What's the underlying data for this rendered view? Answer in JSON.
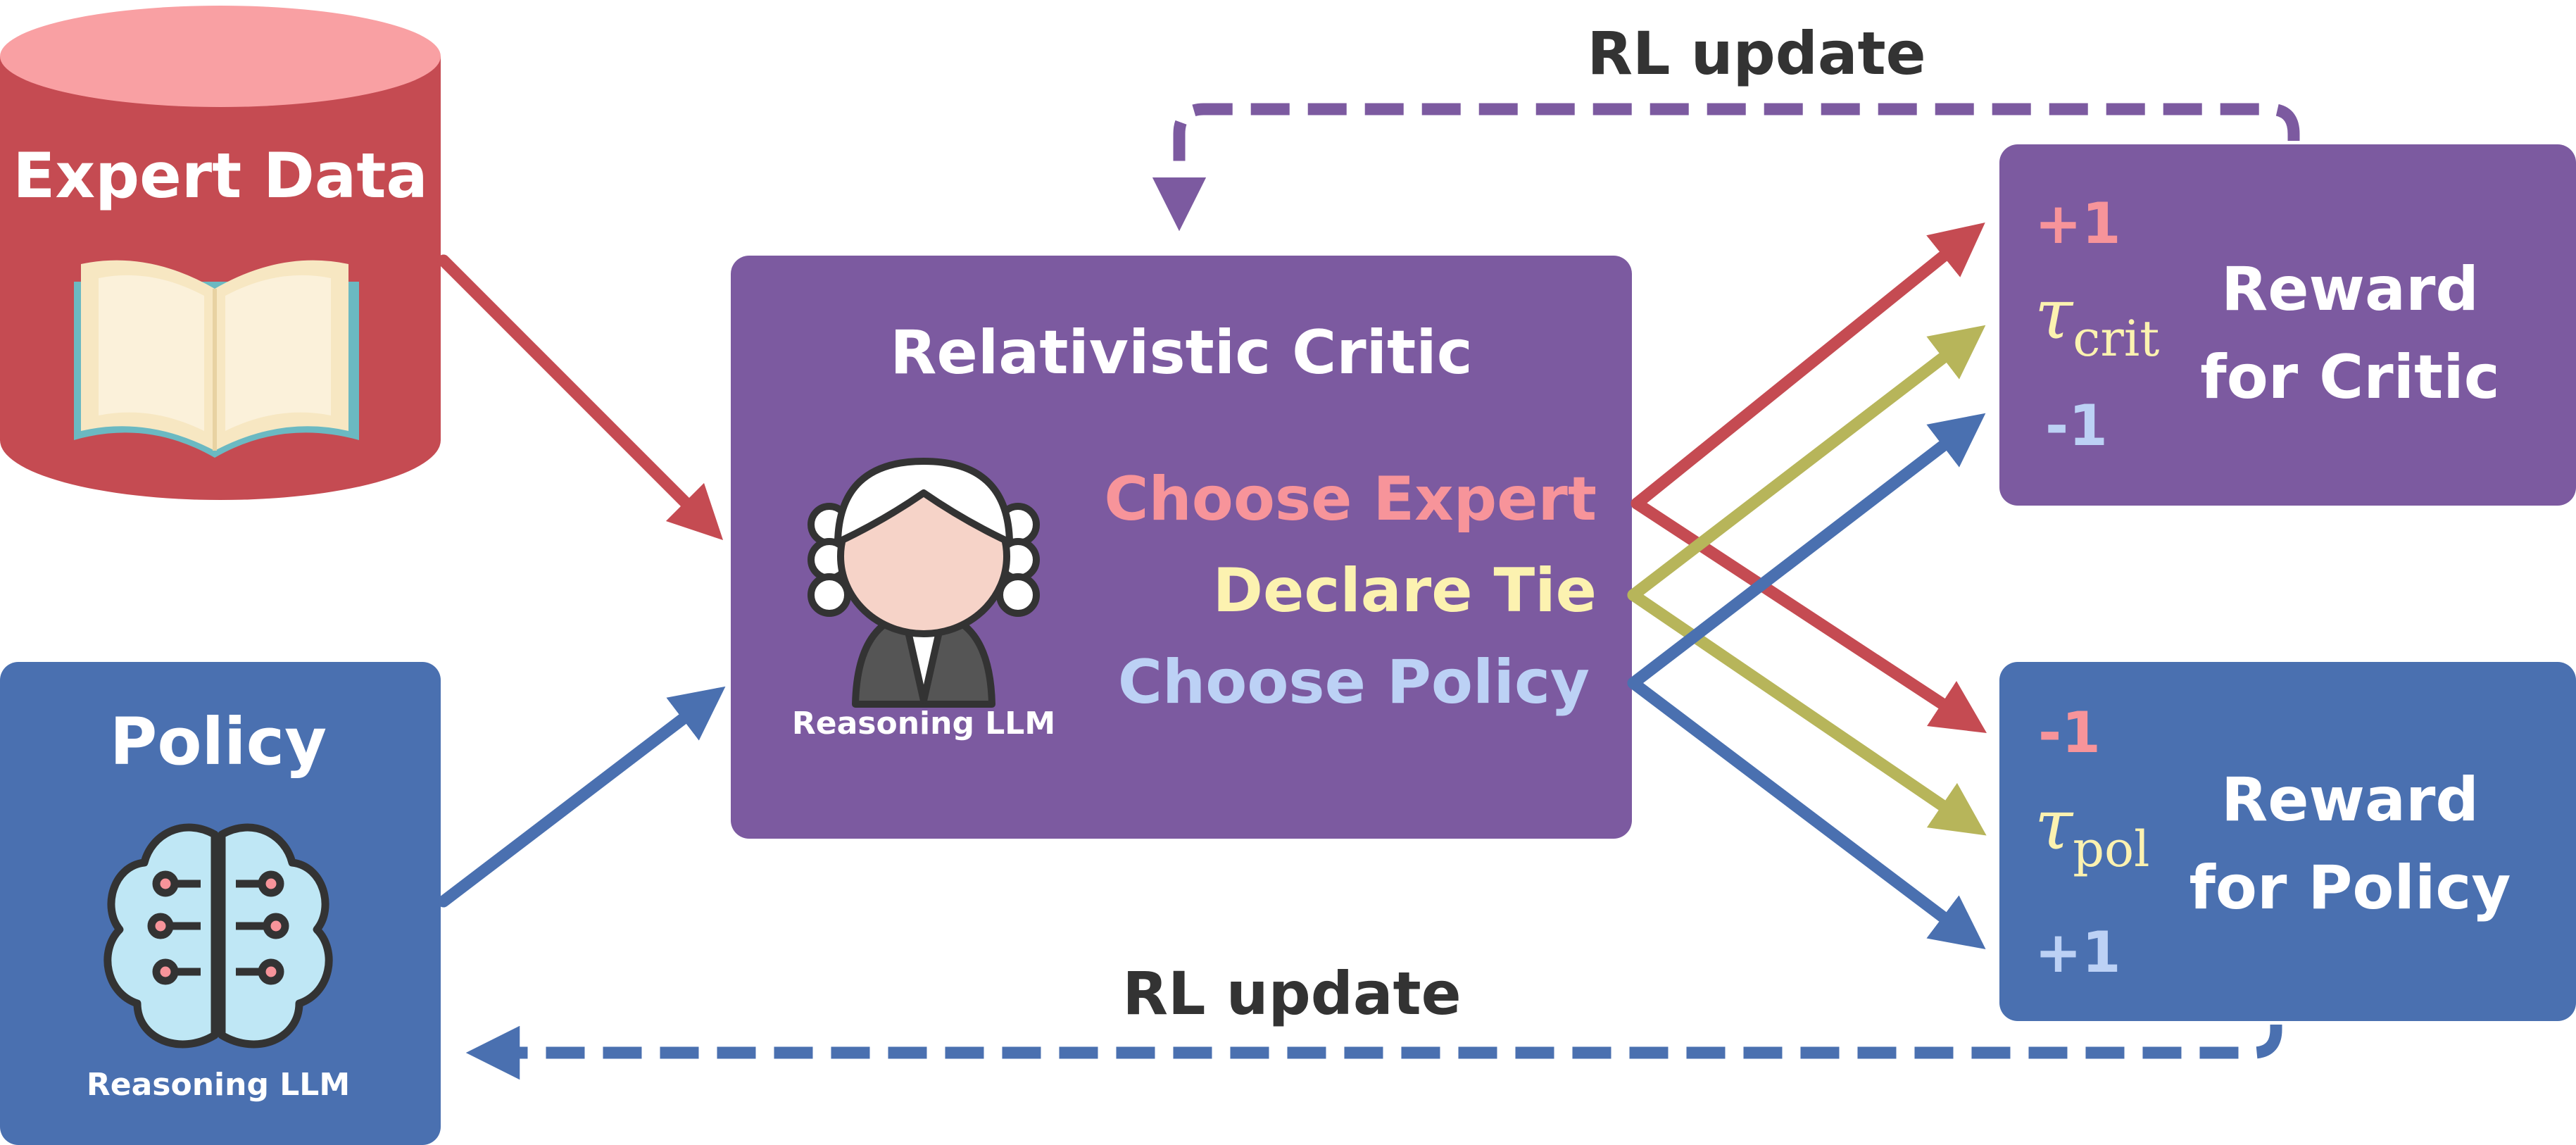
{
  "colors": {
    "expert_red": "#C54B52",
    "expert_top": "#F9A0A3",
    "critic_purple": "#7C5AA0",
    "policy_blue": "#4A70B0",
    "tie_olive": "#B7B55A",
    "pink_text": "#F7949A",
    "yellow_text": "#FCF2B0",
    "lightblue_text": "#BCD1F5",
    "dark_text": "#333333"
  },
  "expert_data": {
    "title": "Expert Data",
    "icon": "open-book-icon"
  },
  "policy": {
    "title": "Policy",
    "subtitle": "Reasoning LLM",
    "icon": "brain-circuit-icon"
  },
  "critic": {
    "title": "Relativistic Critic",
    "subtitle": "Reasoning LLM",
    "icon": "judge-icon",
    "options": {
      "expert": "Choose Expert",
      "tie": "Declare Tie",
      "policy": "Choose Policy"
    }
  },
  "reward_critic": {
    "title_line1": "Reward",
    "title_line2": "for Critic",
    "plus": "+1",
    "tau_symbol": "τ",
    "tau_sub": "crit",
    "minus": "-1"
  },
  "reward_policy": {
    "title_line1": "Reward",
    "title_line2": "for Policy",
    "minus": "-1",
    "tau_symbol": "τ",
    "tau_sub": "pol",
    "plus": "+1"
  },
  "rl_update_top": "RL update",
  "rl_update_bottom": "RL update"
}
